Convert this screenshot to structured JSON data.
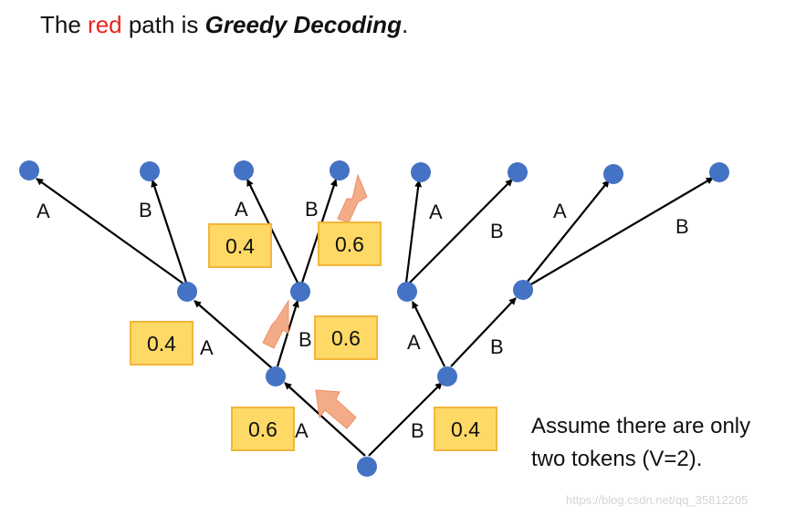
{
  "title": {
    "prefix": "The ",
    "highlight": "red",
    "middle": " path is ",
    "emphasis": "Greedy Decoding",
    "suffix": "."
  },
  "tree": {
    "root": {
      "edges": [
        {
          "label": "A",
          "prob": "0.6"
        },
        {
          "label": "B",
          "prob": "0.4"
        }
      ]
    },
    "level1": [
      {
        "edges": [
          {
            "label": "A",
            "prob": "0.4"
          },
          {
            "label": "B",
            "prob": "0.6"
          }
        ]
      },
      {
        "edges": [
          {
            "label": "A",
            "prob": ""
          },
          {
            "label": "B",
            "prob": ""
          }
        ]
      }
    ],
    "level2": [
      {
        "edges": [
          {
            "label": "A",
            "prob": ""
          },
          {
            "label": "B",
            "prob": ""
          }
        ]
      },
      {
        "edges": [
          {
            "label": "A",
            "prob": "0.4"
          },
          {
            "label": "B",
            "prob": "0.6"
          }
        ]
      },
      {
        "edges": [
          {
            "label": "A",
            "prob": ""
          },
          {
            "label": "B",
            "prob": ""
          }
        ]
      },
      {
        "edges": [
          {
            "label": "A",
            "prob": ""
          },
          {
            "label": "B",
            "prob": ""
          }
        ]
      }
    ],
    "greedy_path": [
      "A",
      "B",
      "B"
    ]
  },
  "colors": {
    "node": "#4472c4",
    "prob_box_fill": "#ffd966",
    "prob_box_border": "#f2b53b",
    "greedy_arrow": "#f4a882",
    "highlight_text": "#e8261e"
  },
  "note": {
    "line1": "Assume there are only",
    "line2": "two tokens (V=2)."
  },
  "watermark": "https://blog.csdn.net/qq_35812205"
}
